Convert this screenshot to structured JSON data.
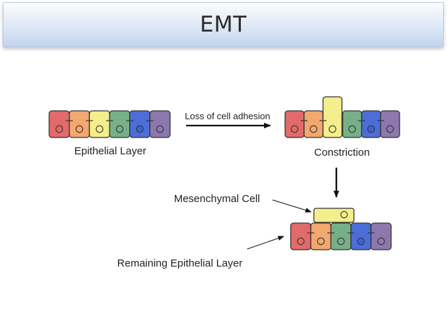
{
  "slide": {
    "title": "EMT"
  },
  "diagram": {
    "labels": {
      "epithelial_layer": "Epithelial Layer",
      "loss_of_adhesion": "Loss of cell adhesion",
      "constriction": "Constriction",
      "mesenchymal_cell": "Mesenchymal Cell",
      "remaining_layer": "Remaining Epithelial Layer"
    },
    "colors": {
      "red": "#e36a6a",
      "orange": "#f2a86f",
      "yellow": "#f4ee8c",
      "green": "#77b088",
      "blue": "#4d6ed8",
      "purple": "#8c78ad",
      "outline": "#333333"
    }
  }
}
